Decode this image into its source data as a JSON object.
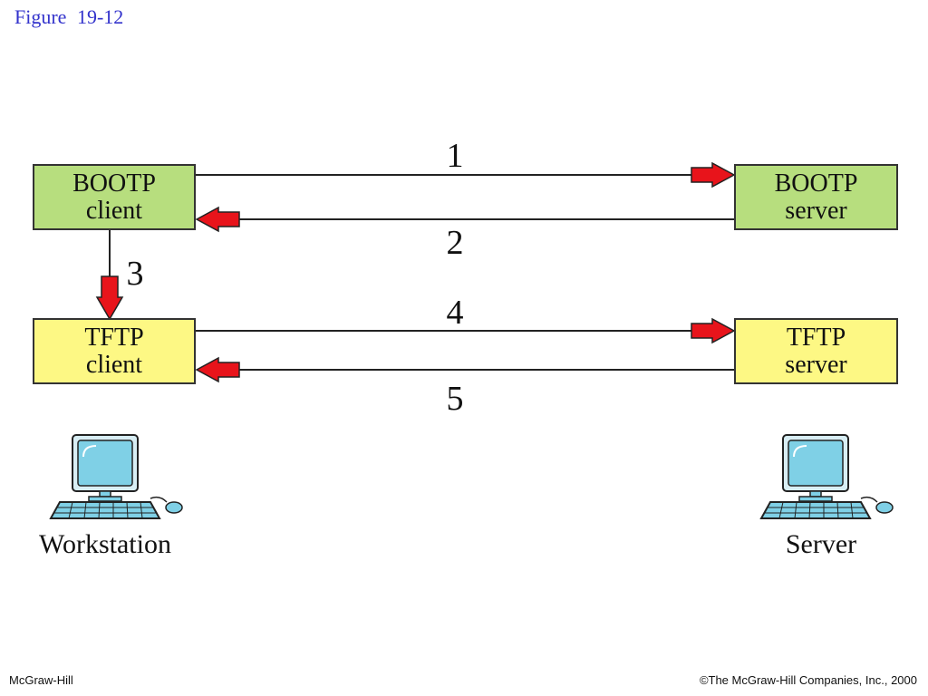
{
  "figure_title": "Figure 19-12",
  "boxes": {
    "bootp_client": [
      "BOOTP",
      "client"
    ],
    "bootp_server": [
      "BOOTP",
      "server"
    ],
    "tftp_client": [
      "TFTP",
      "client"
    ],
    "tftp_server": [
      "TFTP",
      "server"
    ]
  },
  "steps": [
    "1",
    "2",
    "3",
    "4",
    "5"
  ],
  "hosts": {
    "workstation": "Workstation",
    "server": "Server"
  },
  "footer": {
    "left": "McGraw-Hill",
    "right": "©The McGraw-Hill Companies, Inc., 2000"
  },
  "colors": {
    "bootp_fill": "#b7de7e",
    "tftp_fill": "#fdf884",
    "arrow": "#e8141b",
    "monitor_screen": "#7fd0e6",
    "title": "#3333cc"
  },
  "icons": [
    "computer-icon"
  ]
}
